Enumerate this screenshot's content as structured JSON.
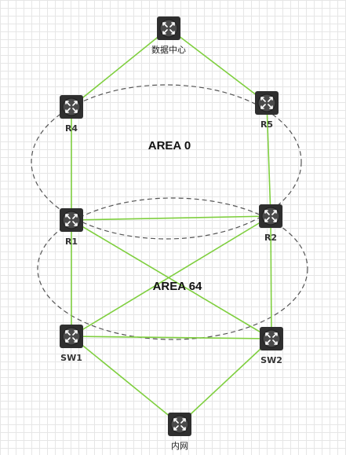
{
  "colors": {
    "link": "#7fcf3f",
    "area_border": "#555555",
    "device_body": "#2f2f2f",
    "device_face": "#4a4a4a"
  },
  "areas": [
    {
      "id": "area0",
      "label": "AREA 0"
    },
    {
      "id": "area64",
      "label": "AREA 64"
    }
  ],
  "nodes": [
    {
      "id": "dc",
      "label": "数据中心",
      "icon": "router-icon"
    },
    {
      "id": "r4",
      "label": "R4",
      "icon": "router-icon"
    },
    {
      "id": "r5",
      "label": "R5",
      "icon": "router-icon"
    },
    {
      "id": "r1",
      "label": "R1",
      "icon": "router-icon"
    },
    {
      "id": "r2",
      "label": "R2",
      "icon": "router-icon"
    },
    {
      "id": "sw1",
      "label": "SW1",
      "icon": "switch-icon"
    },
    {
      "id": "sw2",
      "label": "SW2",
      "icon": "switch-icon"
    },
    {
      "id": "lan",
      "label": "内网",
      "icon": "router-icon"
    }
  ],
  "links": [
    [
      "dc",
      "r4"
    ],
    [
      "dc",
      "r5"
    ],
    [
      "r4",
      "r1"
    ],
    [
      "r5",
      "r2"
    ],
    [
      "r1",
      "r2"
    ],
    [
      "r1",
      "sw1"
    ],
    [
      "r1",
      "sw2"
    ],
    [
      "r2",
      "sw1"
    ],
    [
      "r2",
      "sw2"
    ],
    [
      "sw1",
      "sw2"
    ],
    [
      "sw1",
      "lan"
    ],
    [
      "sw2",
      "lan"
    ]
  ]
}
